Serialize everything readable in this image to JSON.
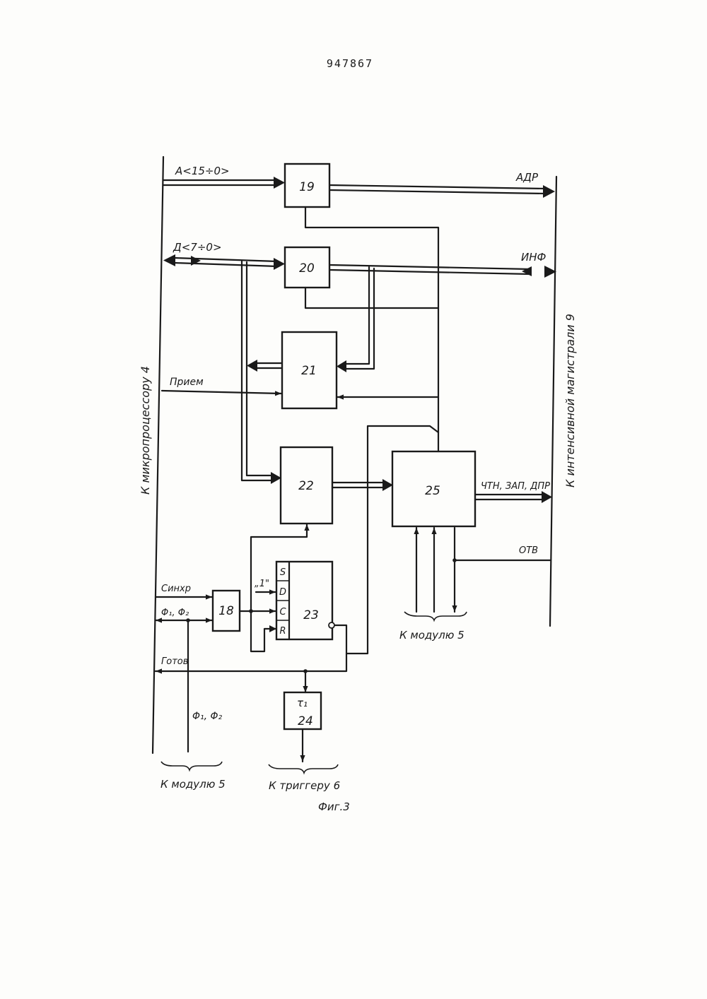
{
  "patent_number": "947867",
  "figure_caption": "Фиг.3",
  "blocks": {
    "b18": "18",
    "b19": "19",
    "b20": "20",
    "b21": "21",
    "b22": "22",
    "b23": "23",
    "b24": "24",
    "b25": "25"
  },
  "trigger_inputs": {
    "s": "S",
    "d": "D",
    "c": "C",
    "r": "R"
  },
  "delay_symbol": "τ₁",
  "labels": {
    "address_bus_in": "А<15÷0>",
    "data_bus_in": "Д<7÷0>",
    "address_out": "АДР",
    "info_out": "ИНФ",
    "receive": "Прием",
    "sync": "Синхр",
    "phases_in": "Φ₁, Φ₂",
    "phases_out": "Φ₁, Φ₂",
    "one_const": "„1\"",
    "ready": "Готов",
    "control_out": "ЧТН, ЗАП, ДПР",
    "reply": "ОТВ",
    "to_module_5_right": "К модулю 5",
    "to_module_5_bottom": "К модулю 5",
    "to_trigger_6": "К триггеру 6",
    "to_microprocessor": "К микропроцессору 4",
    "to_bus": "К интенсивной магистрали 9"
  }
}
